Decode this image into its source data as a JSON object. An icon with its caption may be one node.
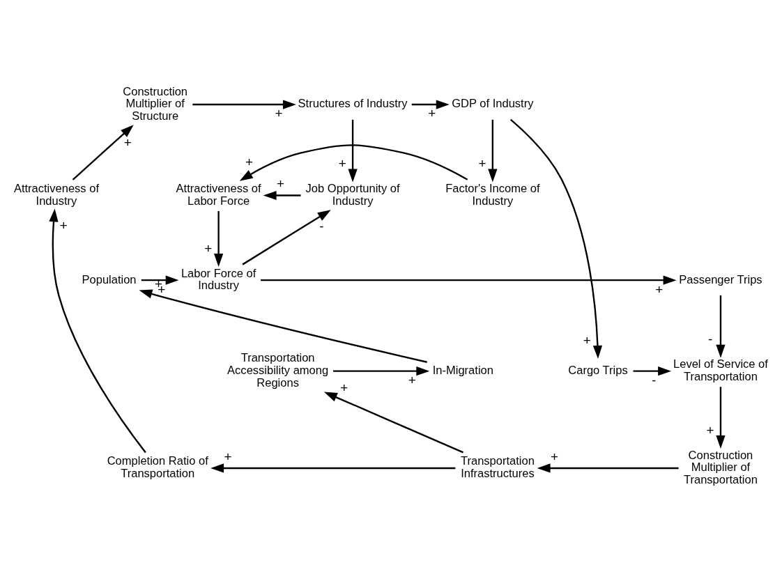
{
  "diagram": {
    "nodes": [
      {
        "text": [
          "Construction Multiplier of Structure"
        ]
      },
      {
        "text": [
          "Structures of Industry"
        ]
      },
      {
        "text": [
          "GDP of Industry"
        ]
      },
      {
        "text": [
          "Attractiveness of Industry"
        ]
      },
      {
        "text": [
          "Job Opportunity of Industry"
        ]
      },
      {
        "text": [
          "Attractiveness of Labor Force"
        ]
      },
      {
        "text": [
          "Factor's Income of Industry"
        ]
      },
      {
        "text": [
          "Population"
        ]
      },
      {
        "text": [
          "Labor Force of Industry"
        ]
      },
      {
        "text": [
          "Passenger Trips"
        ]
      },
      {
        "text": [
          "In-Migration"
        ]
      },
      {
        "text": [
          "Transportation Accessibility among Regions"
        ]
      },
      {
        "text": [
          "Level of Service of Transportation"
        ]
      },
      {
        "text": [
          "Cargo Trips"
        ]
      },
      {
        "text": [
          "Completion Ratio of Transportation"
        ]
      },
      {
        "text": [
          "Transportation Infrastructures"
        ]
      },
      {
        "text": [
          "Construction Multiplier of Transportation"
        ]
      }
    ],
    "edges": [
      {
        "from": 0,
        "to": 1,
        "arrow": "to",
        "label": "+"
      },
      {
        "from": 1,
        "to": 2,
        "arrow": "to",
        "label": "+"
      },
      {
        "from": 1,
        "to": 4,
        "arrow": "to",
        "label": "+"
      },
      {
        "from": 2,
        "to": 6,
        "arrow": "to",
        "label": "+"
      },
      {
        "from": 2,
        "to": 13,
        "arrow": "to",
        "label": "+"
      },
      {
        "from": 3,
        "to": 0,
        "arrow": "to",
        "label": "+"
      },
      {
        "from": 4,
        "to": 5,
        "arrow": "to",
        "label": "+"
      },
      {
        "from": 5,
        "to": 8,
        "arrow": "to",
        "label": "+"
      },
      {
        "from": 6,
        "to": 5,
        "arrow": "to",
        "label": "+"
      },
      {
        "from": 7,
        "to": 8,
        "arrow": "to",
        "label": "+"
      },
      {
        "from": 8,
        "to": 4,
        "arrow": "to",
        "label": "-"
      },
      {
        "from": 8,
        "to": 9,
        "arrow": "to",
        "label": "+"
      },
      {
        "from": 9,
        "to": 12,
        "arrow": "to",
        "label": "-"
      },
      {
        "from": 10,
        "to": 7,
        "arrow": "to",
        "label": "+"
      },
      {
        "from": 11,
        "to": 10,
        "arrow": "to",
        "label": "+"
      },
      {
        "from": 12,
        "to": 16,
        "arrow": "to",
        "label": "+"
      },
      {
        "from": 13,
        "to": 12,
        "arrow": "to",
        "label": "-"
      },
      {
        "from": 14,
        "to": 3,
        "arrow": "to",
        "label": "+"
      },
      {
        "from": 15,
        "to": 11,
        "arrow": "to",
        "label": "+"
      },
      {
        "from": 15,
        "to": 14,
        "arrow": "to",
        "label": "+"
      },
      {
        "from": 16,
        "to": 15,
        "arrow": "to",
        "label": "+"
      }
    ]
  }
}
